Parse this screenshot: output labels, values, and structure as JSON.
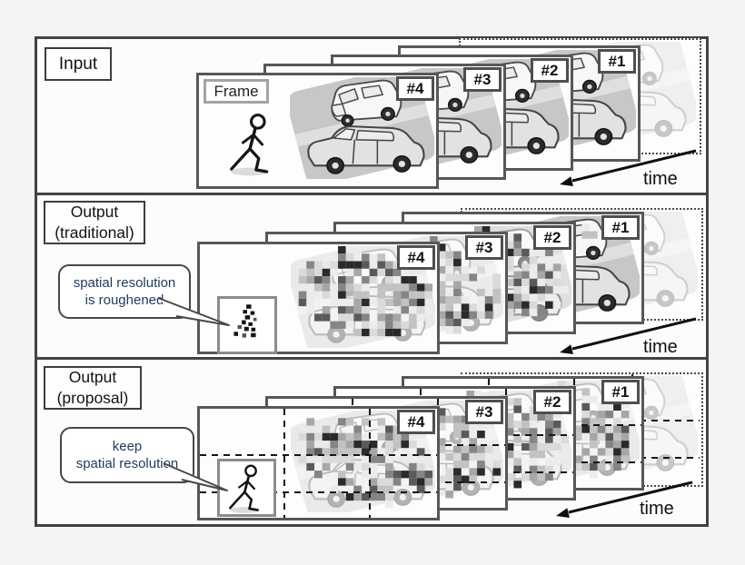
{
  "figure": {
    "panels": [
      {
        "label_lines": [
          "Input"
        ],
        "frame_caption": "Frame",
        "frame_tags": [
          "#1",
          "#2",
          "#3",
          "#4"
        ],
        "time_label": "time"
      },
      {
        "label_lines": [
          "Output",
          "(traditional)"
        ],
        "callout_lines": [
          "spatial resolution",
          "is roughened"
        ],
        "frame_tags": [
          "#1",
          "#2",
          "#3",
          "#4"
        ],
        "time_label": "time"
      },
      {
        "label_lines": [
          "Output",
          "(proposal)"
        ],
        "callout_lines": [
          "keep",
          "spatial resolution"
        ],
        "frame_tags": [
          "#1",
          "#2",
          "#3",
          "#4"
        ],
        "time_label": "time"
      }
    ],
    "colors": {
      "outer_border": "#424242",
      "frame_border": "#575757",
      "callout_text": "#1f3a5f",
      "callout_border": "#474747",
      "background": "#f3f3f4",
      "arrow": "#0f0f0f"
    },
    "icons": {
      "walker": "walking-person-icon",
      "pixelated_walker": "pixelated-person-icon",
      "cars": "cars-scene-icon",
      "time_arrow": "time-arrow-icon"
    }
  }
}
